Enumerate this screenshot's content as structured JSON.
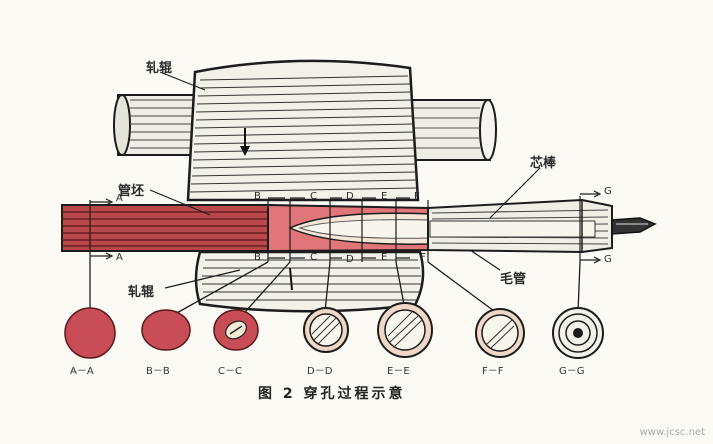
{
  "labels": {
    "upper_roll": "轧辊",
    "lower_roll": "轧辊",
    "billet": "管坯",
    "mandrel": "芯棒",
    "shell": "毛管"
  },
  "section_marks": [
    "A",
    "B",
    "C",
    "D",
    "E",
    "F",
    "G"
  ],
  "section_captions": [
    "A－A",
    "B－B",
    "C－C",
    "D－D",
    "E－E",
    "F－F",
    "G－G"
  ],
  "caption": "图 2   穿孔过程示意",
  "watermark": "www.jcsc.net",
  "colors": {
    "billet": "#b8484a",
    "hot_metal": "#e0757a",
    "outline": "#1c1c1c",
    "roll_fill": "#f2f1ea"
  }
}
